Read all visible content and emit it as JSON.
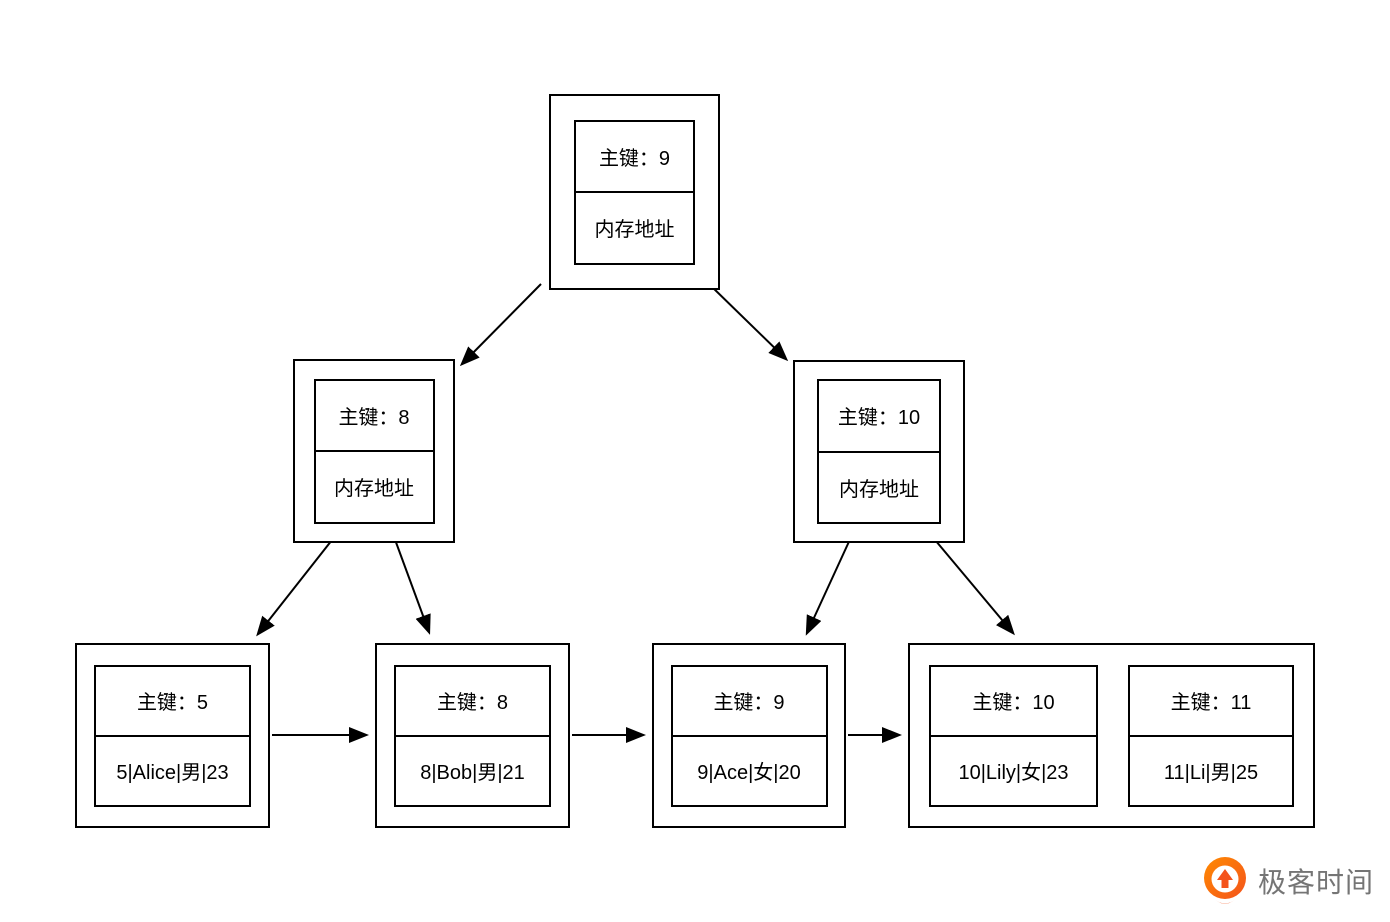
{
  "diagram": {
    "nodes": {
      "root": {
        "key": "主键：9",
        "value": "内存地址"
      },
      "internal_left": {
        "key": "主键：8",
        "value": "内存地址"
      },
      "internal_right": {
        "key": "主键：10",
        "value": "内存地址"
      },
      "leaf_5": {
        "key": "主键：5",
        "value": "5|Alice|男|23"
      },
      "leaf_8": {
        "key": "主键：8",
        "value": "8|Bob|男|21"
      },
      "leaf_9": {
        "key": "主键：9",
        "value": "9|Ace|女|20"
      },
      "leaf_10": {
        "key": "主键：10",
        "value": "10|Lily|女|23"
      },
      "leaf_11": {
        "key": "主键：11",
        "value": "11|Li|男|25"
      }
    }
  },
  "branding": {
    "logo_text": "极客时间"
  },
  "colors": {
    "line": "#000000",
    "background": "#ffffff",
    "logo_text": "#757575",
    "logo_icon_start": "#ff8a00",
    "logo_icon_end": "#f4531c"
  }
}
